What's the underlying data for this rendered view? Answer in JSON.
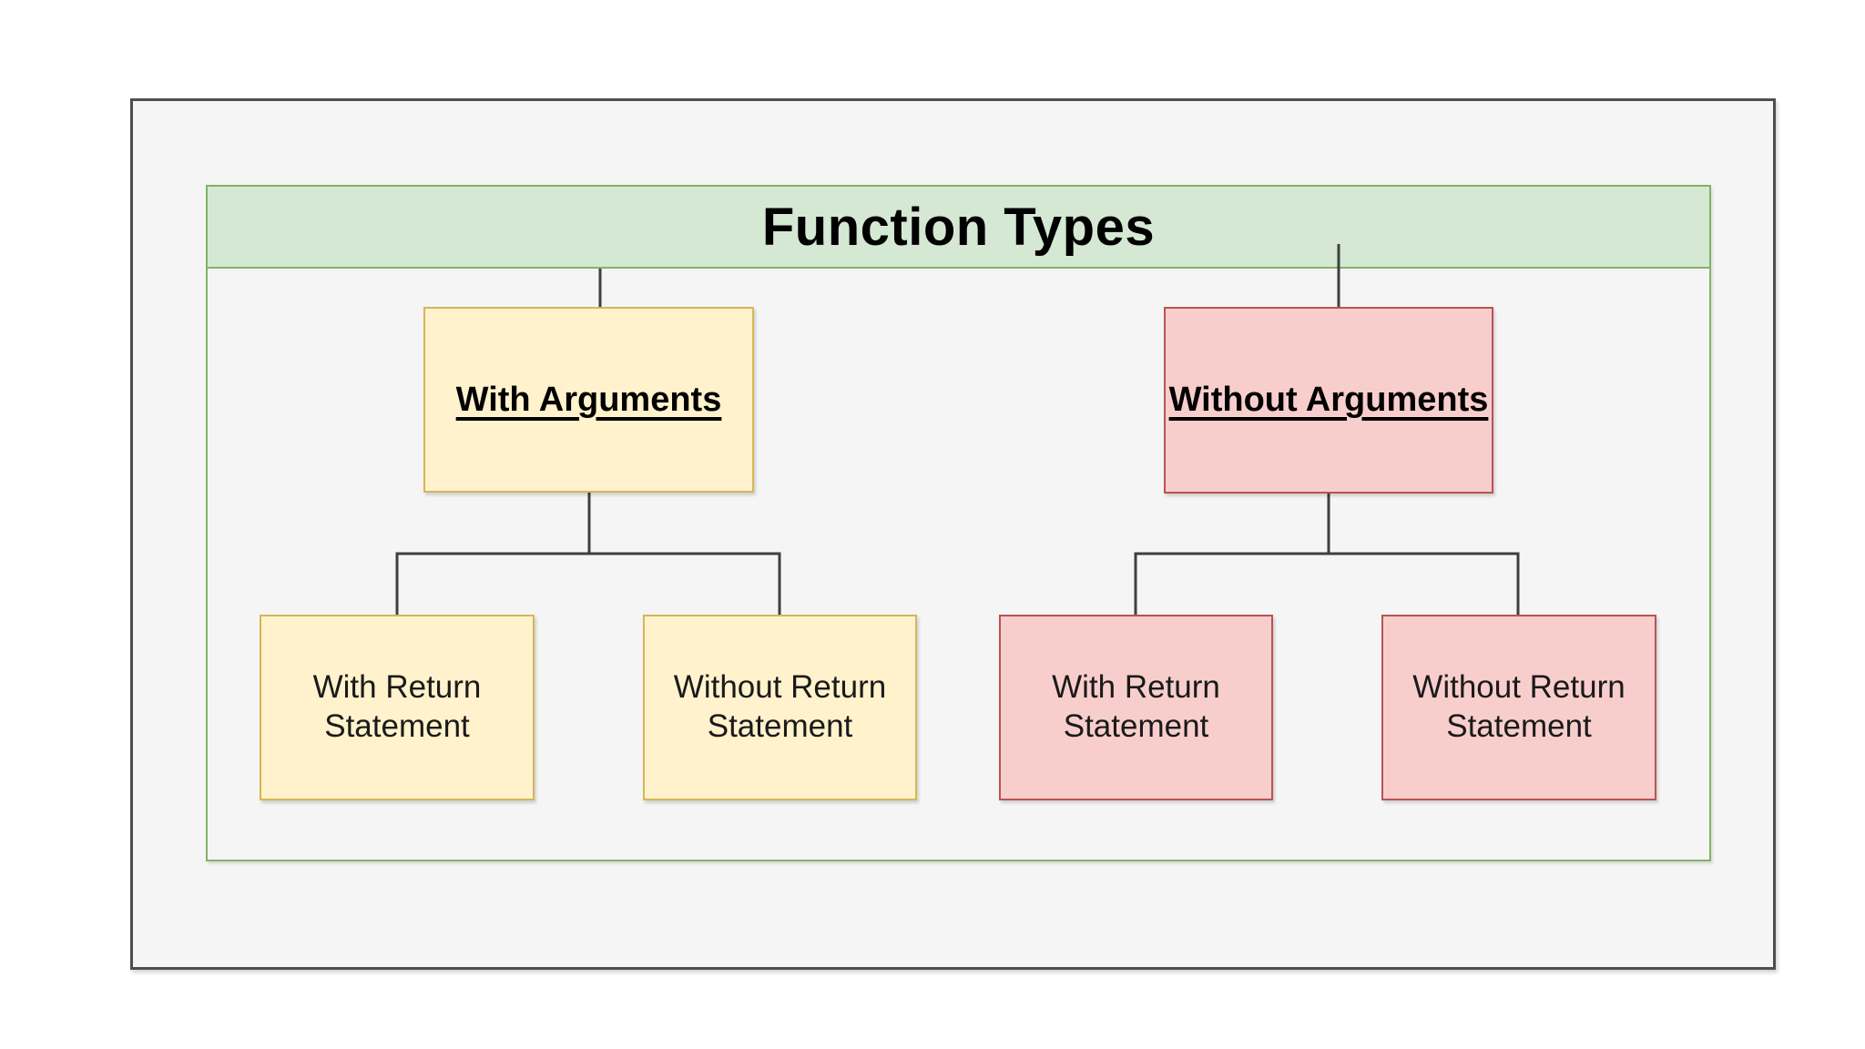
{
  "diagram": {
    "title": "Function Types",
    "branches": [
      {
        "label": "With Arguments",
        "theme": "yellow",
        "fill_color": "#fff2cc",
        "border_color": "#d6b656",
        "children": [
          {
            "label": "With Return Statement"
          },
          {
            "label": "Without Return Statement"
          }
        ]
      },
      {
        "label": "Without Arguments",
        "theme": "pink",
        "fill_color": "#f8cecc",
        "border_color": "#b85450",
        "children": [
          {
            "label": "With Return Statement"
          },
          {
            "label": "Without Return Statement"
          }
        ]
      }
    ],
    "colors": {
      "title_fill": "#d5e8d4",
      "title_border": "#82b366",
      "frame_fill": "#f5f5f5",
      "frame_border": "#4e4e4e",
      "connector": "#3f3f3f",
      "text": "#000000"
    }
  }
}
